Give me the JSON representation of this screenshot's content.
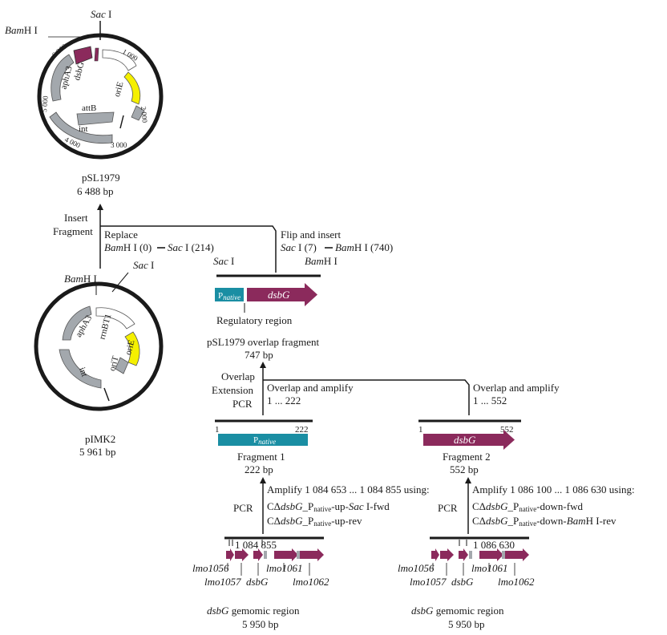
{
  "colors": {
    "dsbG": "#8b2a5c",
    "promoter": "#1a8ea3",
    "ori": "#f5f000",
    "gene_gray": "#a3a8ad",
    "outline": "#1a1a1a"
  },
  "psl1979": {
    "name": "pSL1979",
    "size": "6 488 bp",
    "sites": {
      "sac": "Sac",
      "sac_suffix": " I",
      "bam": "Bam",
      "bam_suffix": "H I"
    },
    "ticks": [
      "1 000",
      "2 000",
      "3 000",
      "4 000",
      "5 000",
      "6 000"
    ],
    "genes": {
      "dsbG": "dsbG",
      "aphA3": "aphA3",
      "oriE": "oriE",
      "attB": "attB",
      "int": "int"
    }
  },
  "pimk2": {
    "name": "pIMK2",
    "size": "5 961 bp",
    "sites": {
      "sac": "Sac",
      "sac_suffix": " I",
      "bam": "Bam",
      "bam_suffix": "H I"
    },
    "genes": {
      "aphA3": "aphA3",
      "rrnBT1": "rrnBT1",
      "oriE": "oriE",
      "oriT": "oriT",
      "int": "int"
    }
  },
  "insert": {
    "line1": "Insert",
    "line2": "Fragment",
    "replace": "Replace",
    "replace_bam": "Bam",
    "replace_bam_rest": "H I (0)",
    "replace_sac": "Sac",
    "replace_sac_rest": " I (214)",
    "flip": "Flip and insert",
    "flip_sac": "Sac",
    "flip_sac_rest": " I (7)",
    "flip_bam": "Bam",
    "flip_bam_rest": "H I (740)"
  },
  "overlap_fragment": {
    "sac": "Sac",
    "sac_rest": " I",
    "bam": "Bam",
    "bam_rest": "H I",
    "p_letter": "P",
    "p_sub": "native",
    "gene": "dsbG",
    "regulatory": "Regulatory region",
    "title": "pSL1979 overlap fragment",
    "size": "747 bp"
  },
  "overlap_pcr": {
    "line1": "Overlap",
    "line2": "Extension",
    "line3": "PCR",
    "left_label": "Overlap and amplify",
    "left_range": "1 ... 222",
    "right_label": "Overlap and amplify",
    "right_range": "1 ... 552"
  },
  "fragment1": {
    "start": "1",
    "end": "222",
    "p_letter": "P",
    "p_sub": "native",
    "name": "Fragment 1",
    "size": "222 bp"
  },
  "fragment2": {
    "start": "1",
    "end": "552",
    "gene": "dsbG",
    "name": "Fragment 2",
    "size": "552 bp"
  },
  "pcr_left": {
    "pcr": "PCR",
    "amplify": "Amplify 1 084 653 ... 1 084 855 using:",
    "p1_a": "CΔ",
    "p1_b": "dsbG",
    "p1_c": "_P",
    "p1_sub": "native",
    "p1_d": "-up-",
    "p1_e": "Sac",
    "p1_f": " I-fwd",
    "p2_a": "CΔ",
    "p2_b": "dsbG",
    "p2_c": "_P",
    "p2_sub": "native",
    "p2_d": "-up-rev"
  },
  "pcr_right": {
    "pcr": "PCR",
    "amplify": "Amplify 1 086 100 ... 1 086 630 using:",
    "p1_a": "CΔ",
    "p1_b": "dsbG",
    "p1_c": "_P",
    "p1_sub": "native",
    "p1_d": "-down-fwd",
    "p2_a": "CΔ",
    "p2_b": "dsbG",
    "p2_c": "_P",
    "p2_sub": "native",
    "p2_d": "-down-",
    "p2_e": "Bam",
    "p2_f": "H I-rev"
  },
  "genomic_left": {
    "coord": "1 084 855",
    "genes": [
      "lmo1056",
      "lmo1057",
      "dsbG",
      "lmo1061",
      "lmo1062"
    ],
    "title_italic": "dsbG",
    "title_rest": " gemomic region",
    "size": "5 950 bp"
  },
  "genomic_right": {
    "coord": "1 086 630",
    "genes": [
      "lmo1056",
      "lmo1057",
      "dsbG",
      "lmo1061",
      "lmo1062"
    ],
    "title_italic": "dsbG",
    "title_rest": " gemomic region",
    "size": "5 950 bp"
  }
}
